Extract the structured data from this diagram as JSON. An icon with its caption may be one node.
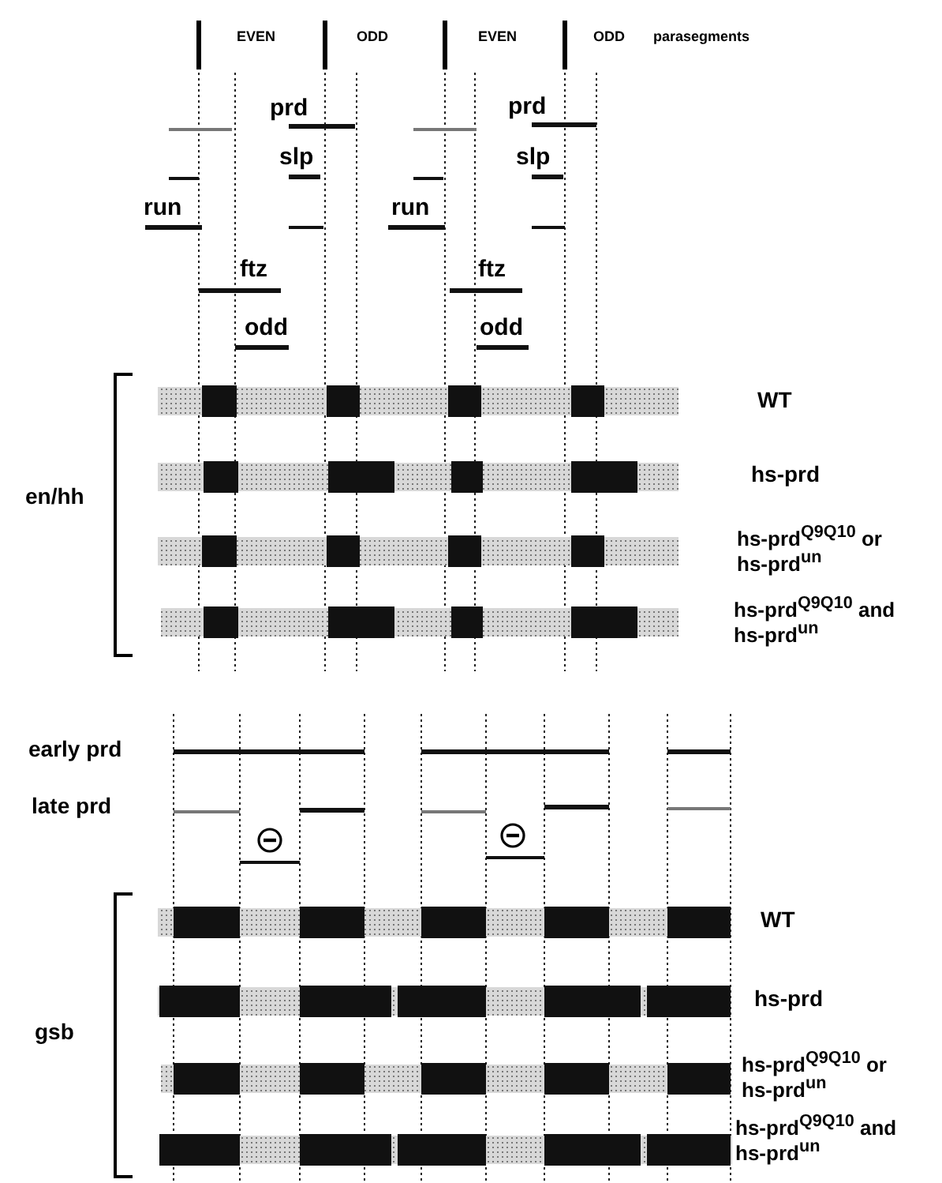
{
  "diagram": {
    "labels": [
      "EVEN",
      "ODD",
      "EVEN",
      "ODD",
      "parasegments",
      "prd",
      "prd",
      "slp",
      "slp",
      "run",
      "run",
      "ftz",
      "ftz",
      "odd",
      "odd",
      "en/hh",
      "WT",
      "hs-prd",
      "hs-prd$^{Q9Q10}$ or hs-prd$^{un}$",
      "hs-prd$^{Q9Q10}$ and hs-prd$^{un}$",
      "early prd",
      "late prd",
      "gsb",
      "WT",
      "hs-prd",
      "hs-prd$^{Q9Q10}$ or hs-prd$^{un}$",
      "hs-prd$^{Q9Q10}$ and hs-prd$^{un}$"
    ]
  }
}
